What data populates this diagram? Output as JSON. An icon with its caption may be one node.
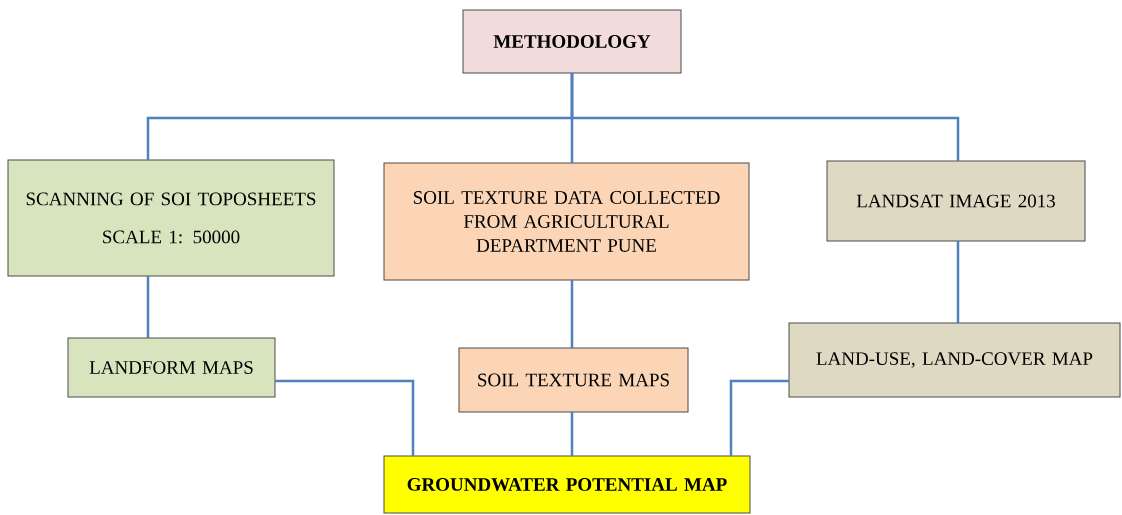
{
  "diagram": {
    "nodes": [
      {
        "text": [
          "METHODOLOGY"
        ]
      },
      {
        "text": [
          "SCANNING OF SOI TOPOSHEETS",
          "SCALE 1: 50000"
        ]
      },
      {
        "text": [
          "SOIL TEXTURE DATA COLLECTED FROM AGRICULTURAL DEPARTMENT PUNE"
        ]
      },
      {
        "text": [
          "LANDSAT IMAGE 2013"
        ]
      },
      {
        "text": [
          "LANDFORM MAPS"
        ]
      },
      {
        "text": [
          "SOIL TEXTURE MAPS"
        ]
      },
      {
        "text": [
          "LAND-USE, LAND-COVER MAP"
        ]
      },
      {
        "text": [
          "GROUNDWATER POTENTIAL  MAP"
        ]
      }
    ],
    "edges": [
      {
        "from": 0,
        "to": 1,
        "arrow": "none"
      },
      {
        "from": 0,
        "to": 2,
        "arrow": "none"
      },
      {
        "from": 0,
        "to": 3,
        "arrow": "none"
      },
      {
        "from": 1,
        "to": 4,
        "arrow": "none"
      },
      {
        "from": 2,
        "to": 5,
        "arrow": "none"
      },
      {
        "from": 3,
        "to": 6,
        "arrow": "none"
      },
      {
        "from": 4,
        "to": 7,
        "arrow": "none"
      },
      {
        "from": 5,
        "to": 7,
        "arrow": "none"
      },
      {
        "from": 6,
        "to": 7,
        "arrow": "none"
      }
    ]
  }
}
